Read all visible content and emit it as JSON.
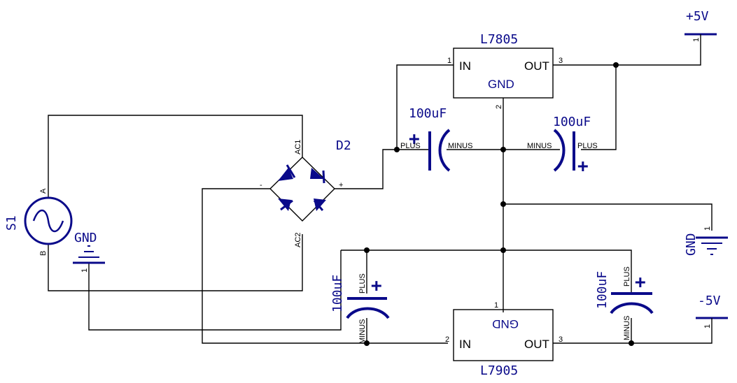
{
  "source": {
    "ref": "S1",
    "pin_a": "A",
    "pin_b": "B"
  },
  "bridge": {
    "ref": "D2",
    "ac1": "AC1",
    "ac2": "AC2",
    "minus": "-",
    "plus": "+"
  },
  "reg_pos": {
    "part": "L7805",
    "in": "IN",
    "out": "OUT",
    "gnd": "GND",
    "pin_in": "1",
    "pin_gnd": "2",
    "pin_out": "3"
  },
  "reg_neg": {
    "part": "L7905",
    "in": "IN",
    "out": "OUT",
    "gnd": "GND",
    "pin_gnd": "1",
    "pin_in": "2",
    "pin_out": "3"
  },
  "caps": {
    "c1": {
      "value": "100uF",
      "plus": "PLUS",
      "minus": "MINUS",
      "sign": "+"
    },
    "c2": {
      "value": "100uF",
      "plus": "PLUS",
      "minus": "MINUS",
      "sign": "+"
    },
    "c3": {
      "value": "100uF",
      "plus": "PLUS",
      "minus": "MINUS",
      "sign": "+"
    },
    "c4": {
      "value": "100uF",
      "plus": "PLUS",
      "minus": "MINUS",
      "sign": "+"
    }
  },
  "power": {
    "vpos": {
      "label": "+5V",
      "pin": "1"
    },
    "vneg": {
      "label": "-5V",
      "pin": "1"
    },
    "gnd_left": {
      "label": "GND",
      "pin": "1"
    },
    "gnd_right": {
      "label": "GND",
      "pin": "1"
    }
  }
}
